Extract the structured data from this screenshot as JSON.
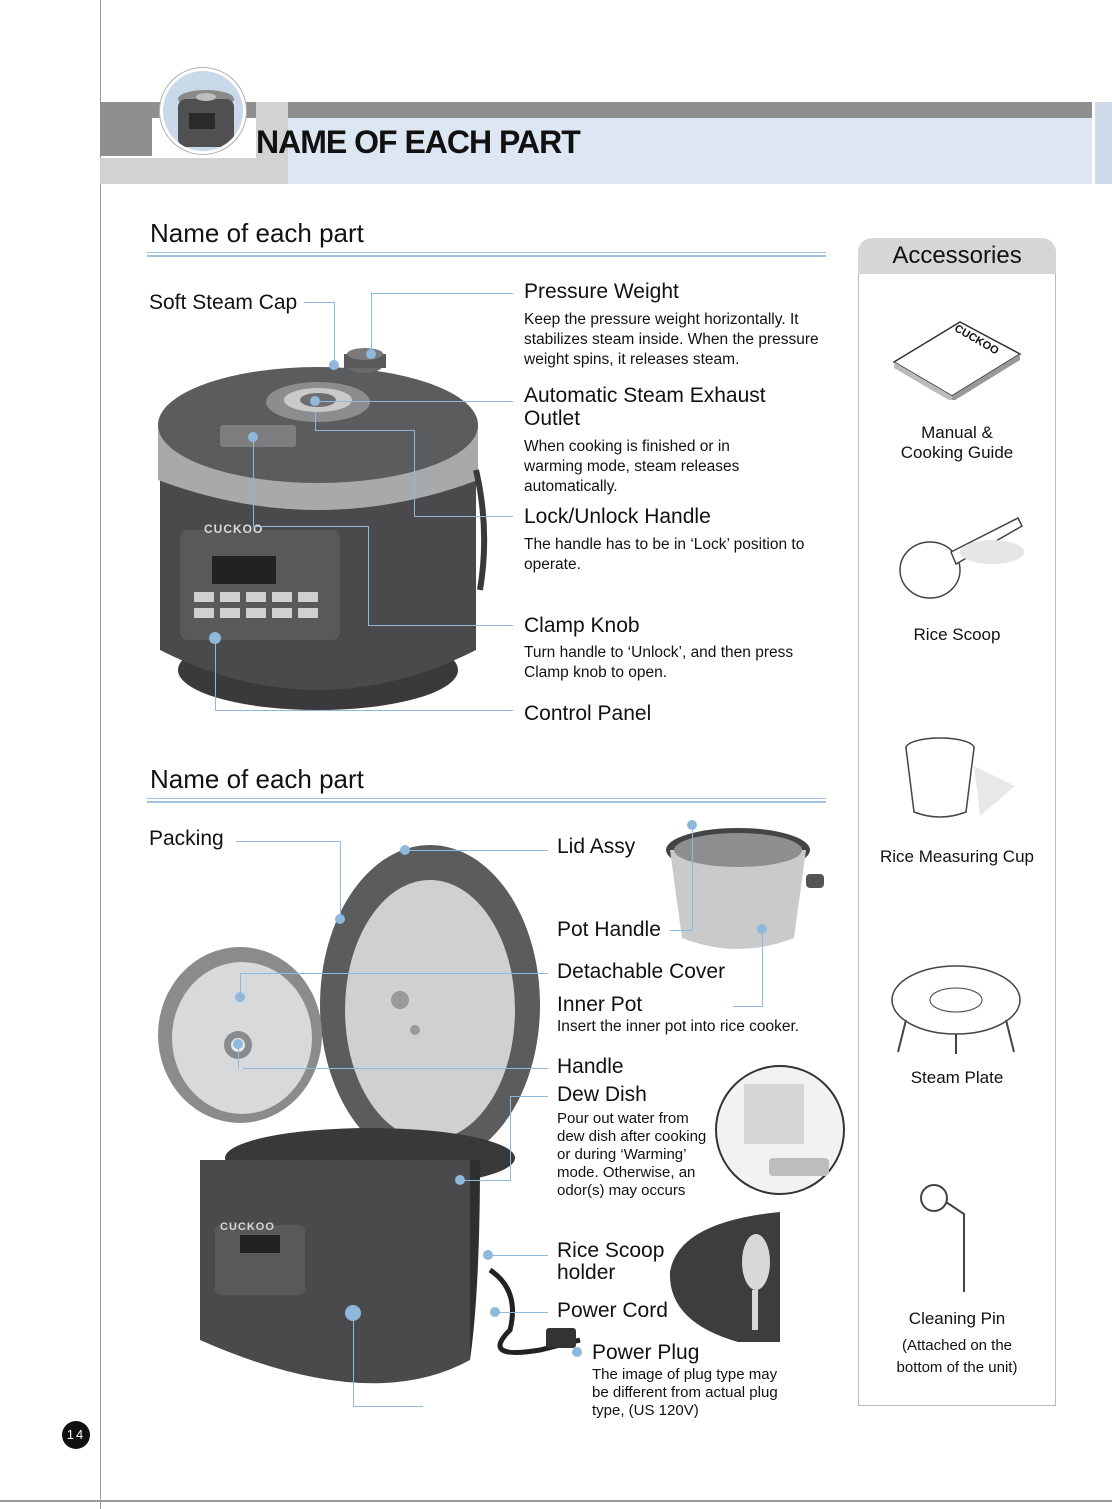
{
  "header": {
    "title": "NAME OF EACH PART"
  },
  "section1": {
    "title": "Name of  each part",
    "soft_steam_cap": "Soft Steam Cap",
    "pressure_weight": {
      "title": "Pressure Weight",
      "desc": "Keep the pressure weight horizontally. It stabilizes steam inside. When the pressure weight spins, it releases steam."
    },
    "steam_exhaust": {
      "title1": "Automatic Steam Exhaust",
      "title2": "Outlet",
      "desc": "When cooking is finished or in warming mode, steam releases automatically."
    },
    "lock_handle": {
      "title": "Lock/Unlock Handle",
      "desc": "The handle has to be in ‘Lock’ position to operate."
    },
    "clamp_knob": {
      "title": "Clamp Knob",
      "desc": "Turn handle to ‘Unlock’, and then press Clamp knob to open."
    },
    "control_panel": {
      "title": "Control Panel"
    },
    "brand": "CUCKOO"
  },
  "section2": {
    "title": "Name of  each part",
    "packing": "Packing",
    "lid_assy": "Lid Assy",
    "pot_handle": "Pot Handle",
    "detachable_cover": "Detachable Cover",
    "inner_pot": {
      "title": "Inner Pot",
      "desc": "Insert the inner pot into rice cooker."
    },
    "handle": "Handle",
    "dew_dish": {
      "title": "Dew Dish",
      "desc": "Pour out water from dew dish after cooking or during ‘Warming’ mode. Otherwise, an odor(s) may occurs"
    },
    "rice_scoop_holder": {
      "title1": "Rice Scoop",
      "title2": "holder"
    },
    "power_cord": "Power Cord",
    "power_plug": {
      "title": "Power Plug",
      "desc": "The image of plug type may be different from actual plug type,  (US 120V)"
    },
    "brand": "CUCKOO"
  },
  "accessories": {
    "title": "Accessories",
    "manual": {
      "line1": "Manual &",
      "line2": "Cooking Guide",
      "brand": "CUCKOO"
    },
    "rice_scoop": "Rice Scoop",
    "measuring_cup": "Rice Measuring Cup",
    "steam_plate": "Steam Plate",
    "cleaning_pin": {
      "title": "Cleaning Pin",
      "note1": "(Attached on the",
      "note2": "bottom of the unit)"
    }
  },
  "page_number": "14",
  "colors": {
    "leader": "#8fb8dd",
    "band": "#dce7f3",
    "body": "#4a4a4c"
  }
}
